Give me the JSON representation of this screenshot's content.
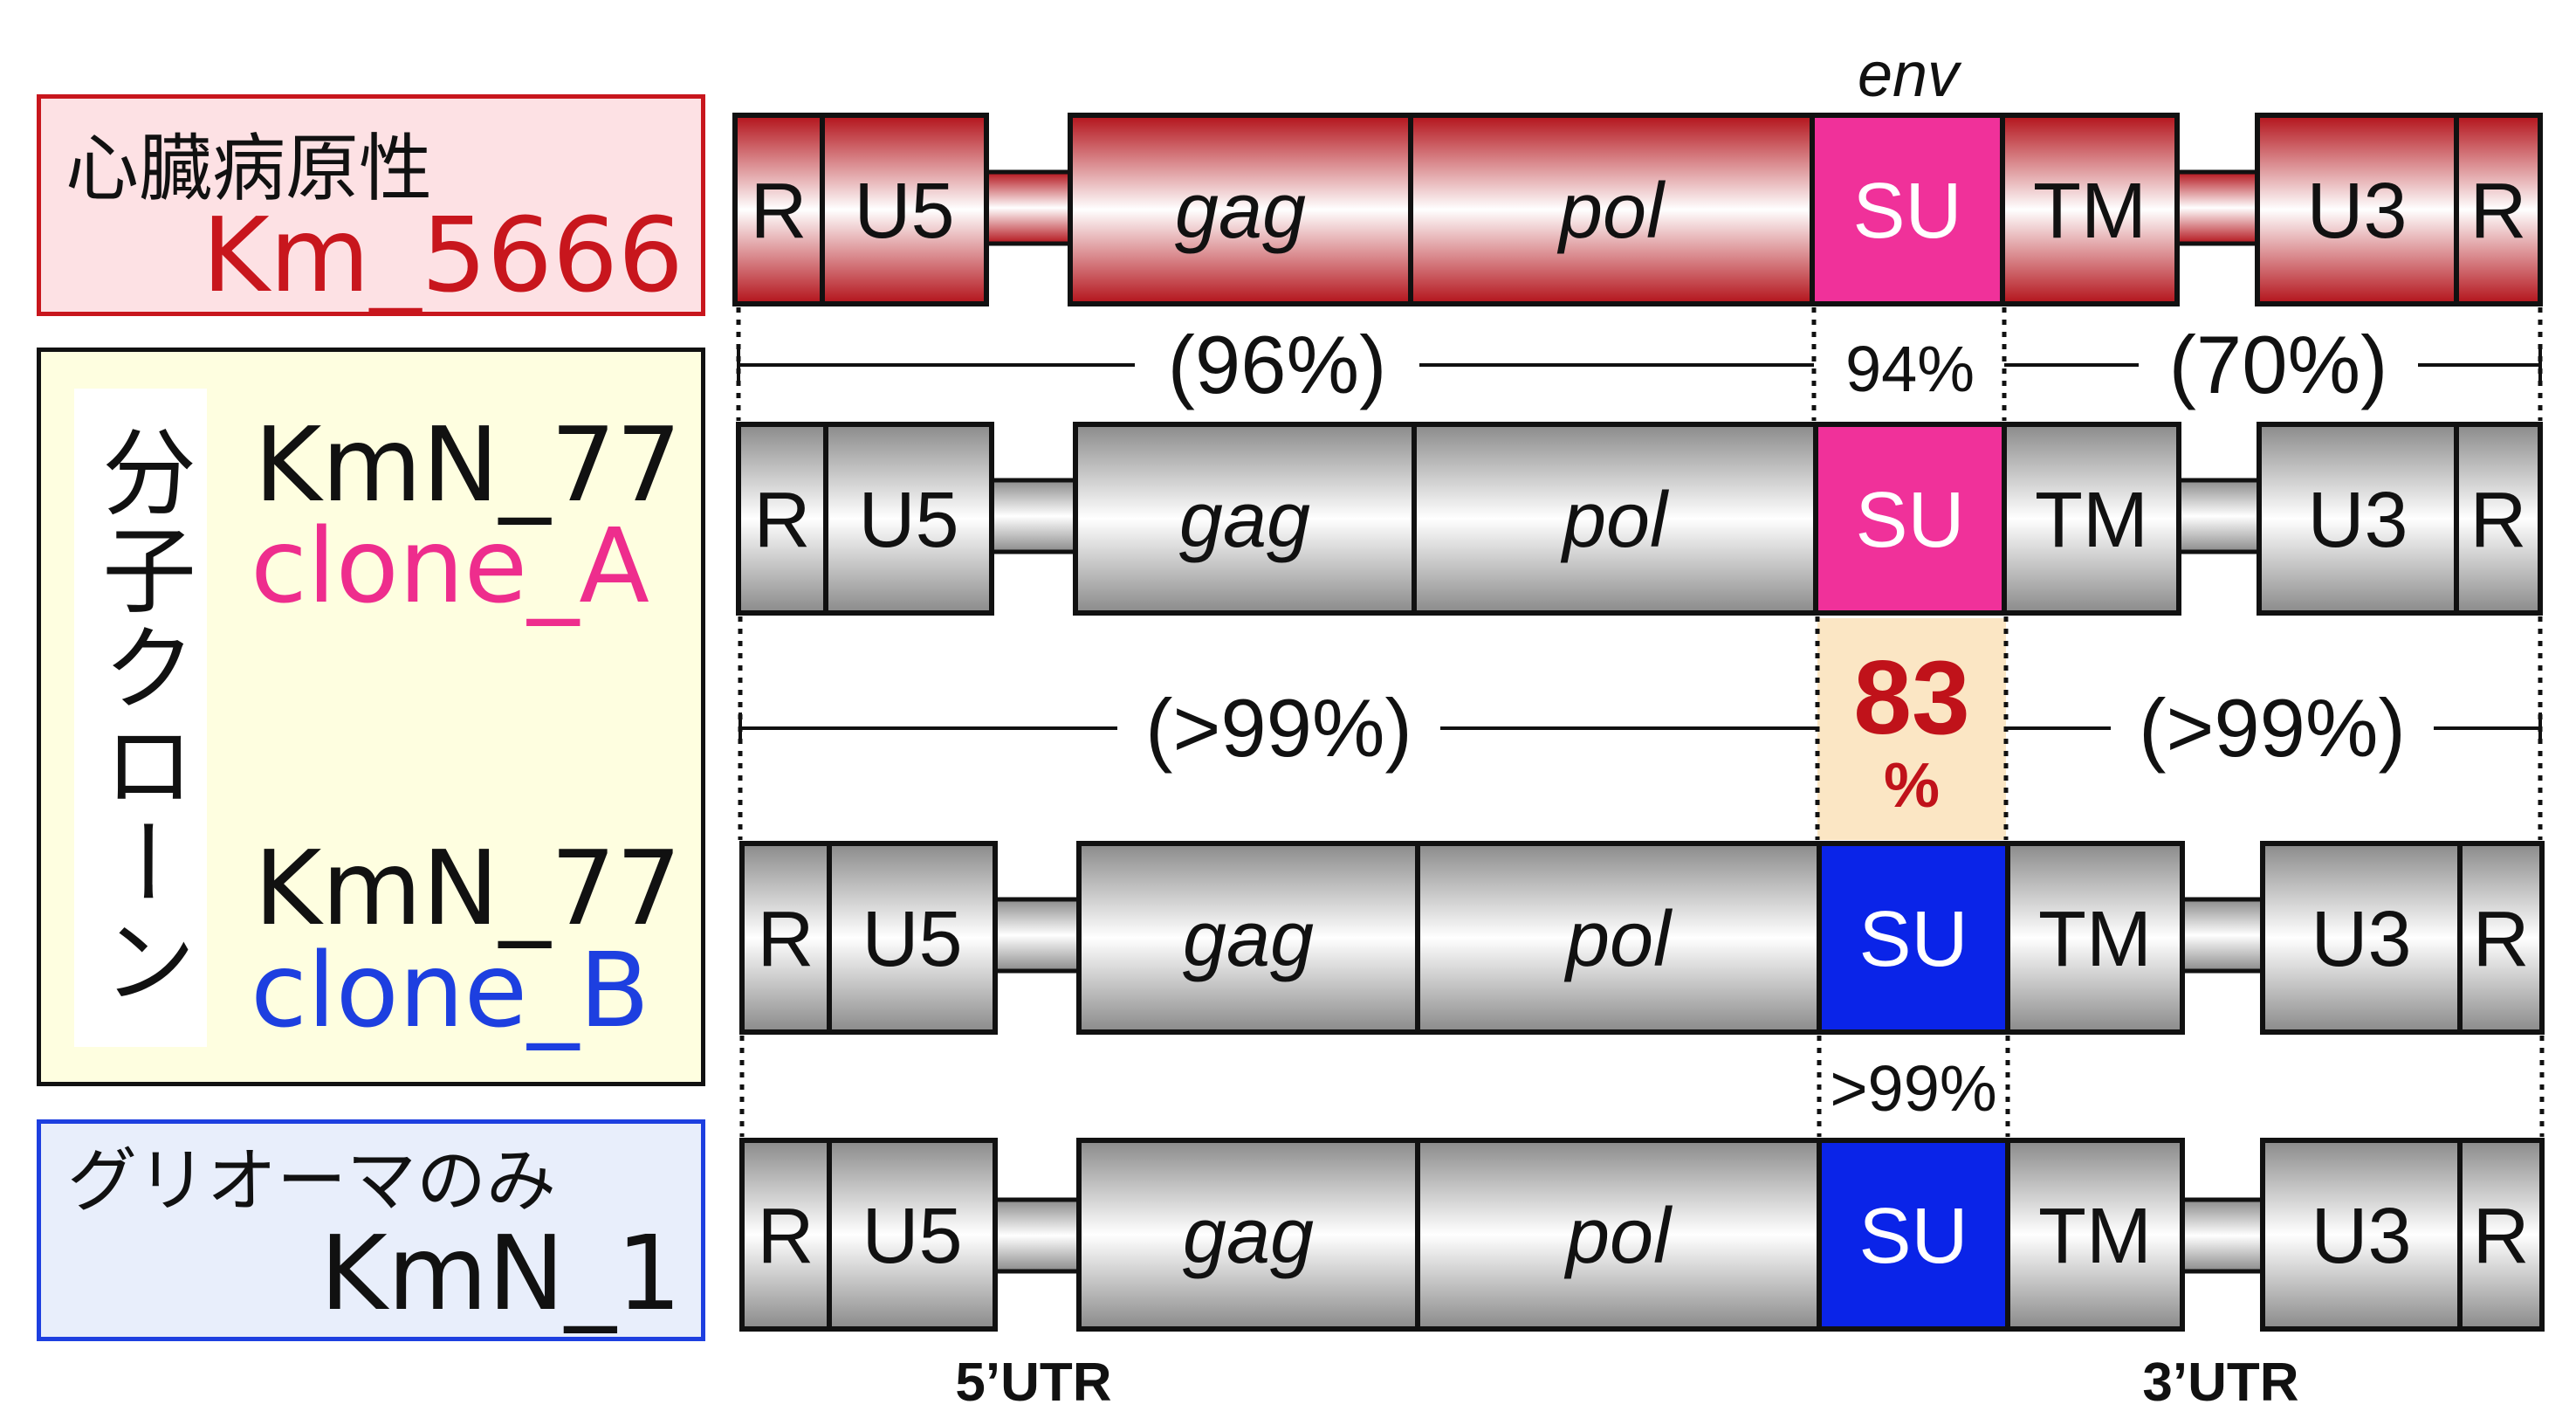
{
  "left_labels": {
    "cardiopathogenic": {
      "category": "心臓病原性",
      "id": "Km_5666"
    },
    "molecular_clones": {
      "category": "分子クローン",
      "clone_a": {
        "id": "KmN_77",
        "name": "clone_A"
      },
      "clone_b": {
        "id": "KmN_77",
        "name": "clone_B"
      }
    },
    "glioma_only": {
      "category": "グリオーマのみ",
      "id": "KmN_1"
    }
  },
  "genome": {
    "env_label": "env",
    "segments": [
      "R",
      "U5",
      "gag",
      "pol",
      "SU",
      "TM",
      "U3",
      "R"
    ],
    "utr_5": "5’UTR",
    "utr_3": "3’UTR"
  },
  "identity": {
    "row1_left": "(96%)",
    "row1_su": "94%",
    "row1_right": "(70%)",
    "row2_left": "(>99%)",
    "row2_su_value": "83",
    "row2_su_unit": "%",
    "row2_right": "(>99%)",
    "row3_su": ">99%"
  },
  "colors": {
    "pathogenic_red": "#c8161d",
    "su_magenta": "#f0319a",
    "su_blue": "#0a24e8",
    "highlight_box": "#fbe6c4",
    "highlight_text": "#c0121a",
    "clone_a_pink": "#ee2d8d",
    "clone_b_blue": "#1d3fe0"
  }
}
